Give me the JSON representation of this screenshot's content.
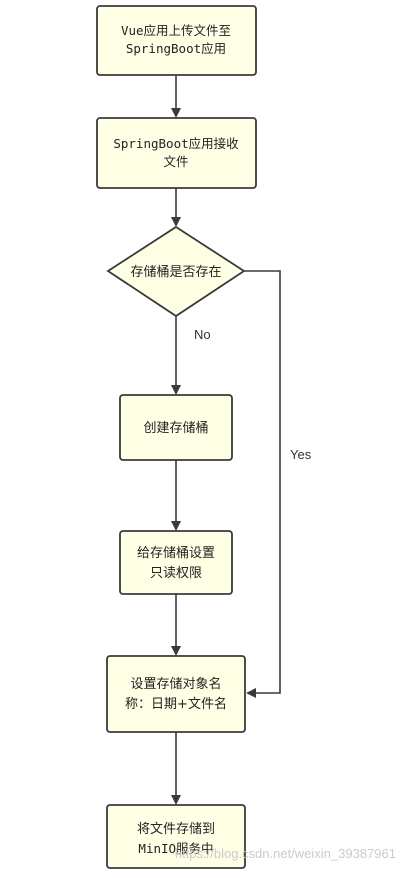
{
  "colors": {
    "node_fill": "#ffffe5",
    "node_stroke": "#3a3a3a",
    "edge": "#3a3a3a",
    "watermark": "#c8c8c8"
  },
  "nodes": {
    "upload": {
      "line1": "Vue应用上传文件至",
      "line2": "SpringBoot应用"
    },
    "receive": {
      "line1": "SpringBoot应用接收",
      "line2": "文件"
    },
    "bucket_exists": {
      "label": "存储桶是否存在"
    },
    "create_bucket": {
      "label": "创建存储桶"
    },
    "set_readonly": {
      "line1": "给存储桶设置",
      "line2": "只读权限"
    },
    "set_object_name": {
      "line1": "设置存储对象名",
      "line2": "称：日期+文件名"
    },
    "store_file": {
      "line1": "将文件存储到",
      "line2": "MinIO服务中"
    }
  },
  "edges": {
    "no_label": "No",
    "yes_label": "Yes"
  },
  "watermark": "https://blog.csdn.net/weixin_39387961"
}
